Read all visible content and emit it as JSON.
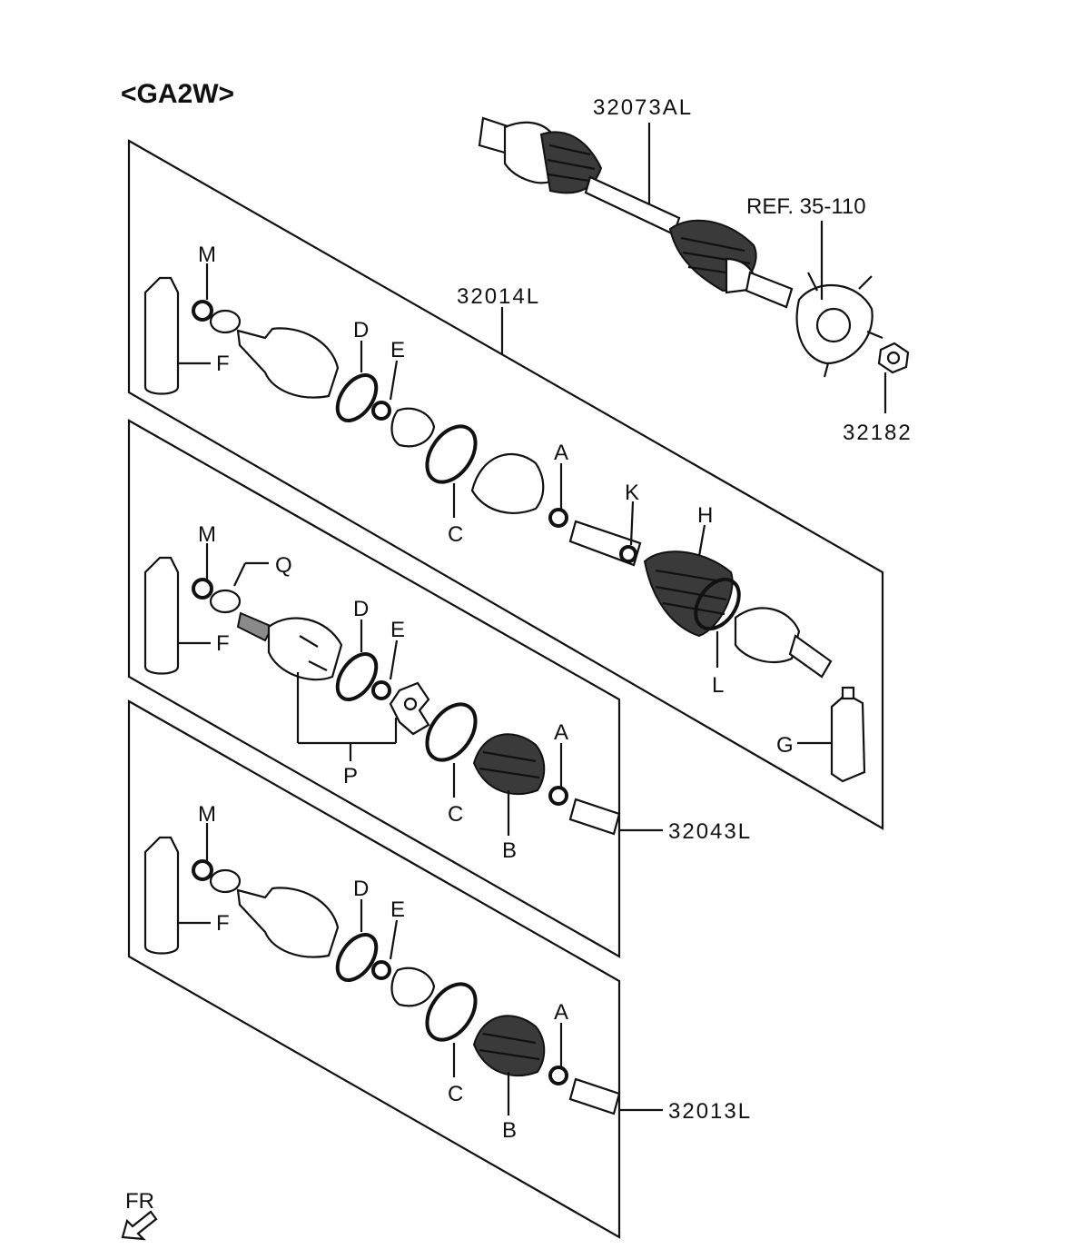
{
  "title": "<GA2W>",
  "direction": "FR",
  "parts": {
    "shaft_assembly": "32073AL",
    "ref": "REF. 35-110",
    "nut": "32182",
    "kit_outer": "32014L",
    "kit_inner": "32043L",
    "kit_boot": "32013L"
  },
  "letters": {
    "A": "A",
    "B": "B",
    "C": "C",
    "D": "D",
    "E": "E",
    "F": "F",
    "G": "G",
    "H": "H",
    "K": "K",
    "L": "L",
    "M": "M",
    "P": "P",
    "Q": "Q"
  }
}
